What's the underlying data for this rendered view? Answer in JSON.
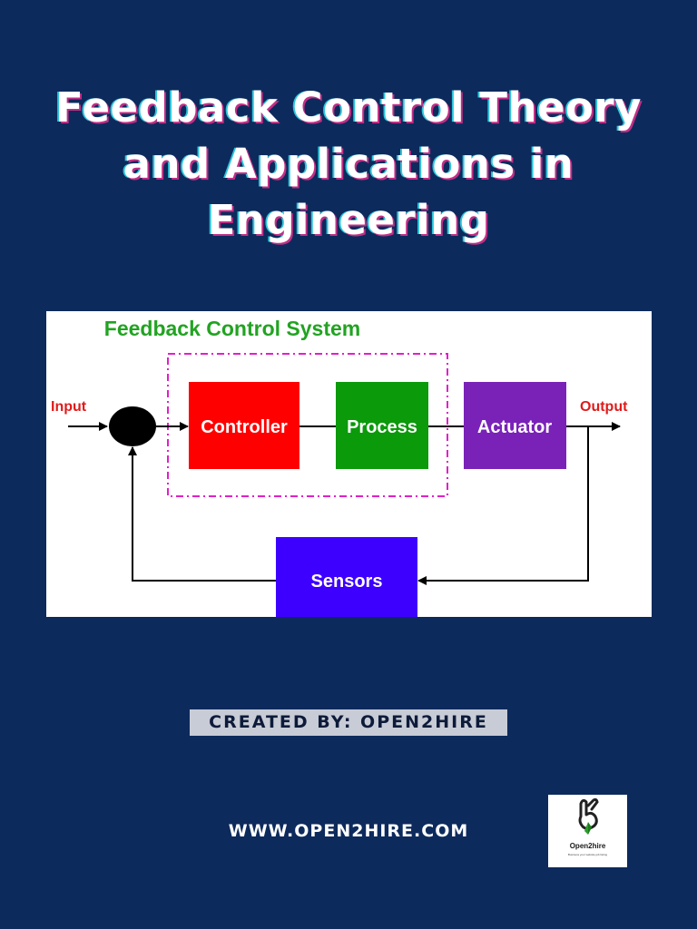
{
  "title": {
    "line1": "Feedback Control Theory",
    "line2": "and Applications in",
    "line3": "Engineering"
  },
  "diagram": {
    "heading": "Feedback Control System",
    "input_label": "Input",
    "output_label": "Output",
    "blocks": {
      "controller": "Controller",
      "process": "Process",
      "actuator": "Actuator",
      "sensors": "Sensors"
    },
    "colors": {
      "heading": "#22a322",
      "io_labels": "#e01b1b",
      "controller": "#ff0000",
      "process": "#0a9a0a",
      "actuator": "#7a22b8",
      "sensors": "#3d00ff",
      "dashed_border": "#e020c8"
    }
  },
  "credit": "CREATED BY: OPEN2HIRE",
  "website": "WWW.OPEN2HIRE.COM",
  "logo": {
    "name": "Open2hire",
    "tagline": "Business your website job listing",
    "icon": "hand-ok-icon"
  },
  "colors": {
    "background": "#0d2a5c"
  }
}
